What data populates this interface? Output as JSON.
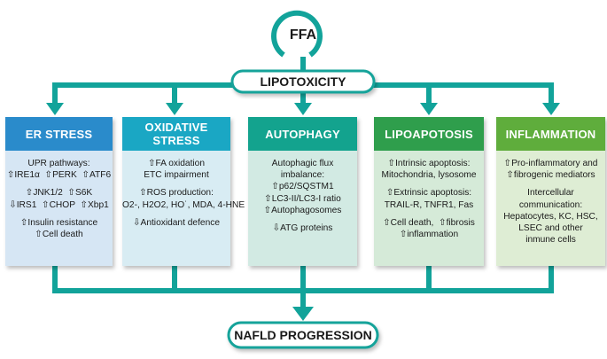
{
  "top": {
    "ffa": "FFA",
    "lipotoxicity": "LIPOTOXICITY",
    "bottom": "NAFLD PROGRESSION"
  },
  "colors": {
    "teal": "#12a39a",
    "er_header": "#2a8bcb",
    "er_body": "#d6e6f4",
    "ox_header": "#1aa7c4",
    "ox_body": "#d8ecf3",
    "au_header": "#13a38e",
    "au_body": "#d2eae3",
    "lipo_header": "#2f9e4c",
    "lipo_body": "#d5ead8",
    "inf_header": "#5fad3c",
    "inf_body": "#deedd4"
  },
  "columns": [
    {
      "title": "ER STRESS",
      "lines": [
        "UPR pathways:",
        "⇧IRE1α  ⇧PERK  ⇧ATF6",
        "",
        "⇧JNK1/2  ⇧S6K",
        "⇩IRS1  ⇧CHOP  ⇧Xbp1",
        "",
        "⇧Insulin resistance",
        "⇧Cell death"
      ]
    },
    {
      "title": "OXIDATIVE STRESS",
      "lines": [
        "⇧FA oxidation",
        "ETC impairment",
        "",
        "⇧ROS production:",
        "O2-, H2O2, HO˙, MDA, 4-HNE",
        "",
        "⇩Antioxidant defence"
      ]
    },
    {
      "title": "AUTOPHAGY",
      "lines": [
        "Autophagic flux",
        "imbalance:",
        "⇧p62/SQSTM1",
        "⇧LC3-II/LC3-I ratio",
        "⇧Autophagosomes",
        "",
        "⇩ATG proteins"
      ]
    },
    {
      "title": "LIPOAPOTOSIS",
      "lines": [
        "⇧Intrinsic apoptosis:",
        "Mitochondria, lysosome",
        "",
        "⇧Extrinsic apoptosis:",
        "TRAIL-R, TNFR1, Fas",
        "",
        "⇧Cell death,  ⇧fibrosis",
        "⇧inflammation"
      ]
    },
    {
      "title": "INFLAMMATION",
      "lines": [
        "⇧Pro-inflammatory and",
        "⇧fibrogenic mediators",
        "",
        "Intercellular",
        "communication:",
        "Hepatocytes, KC, HSC,",
        "LSEC and other",
        "inmune cells"
      ]
    }
  ]
}
